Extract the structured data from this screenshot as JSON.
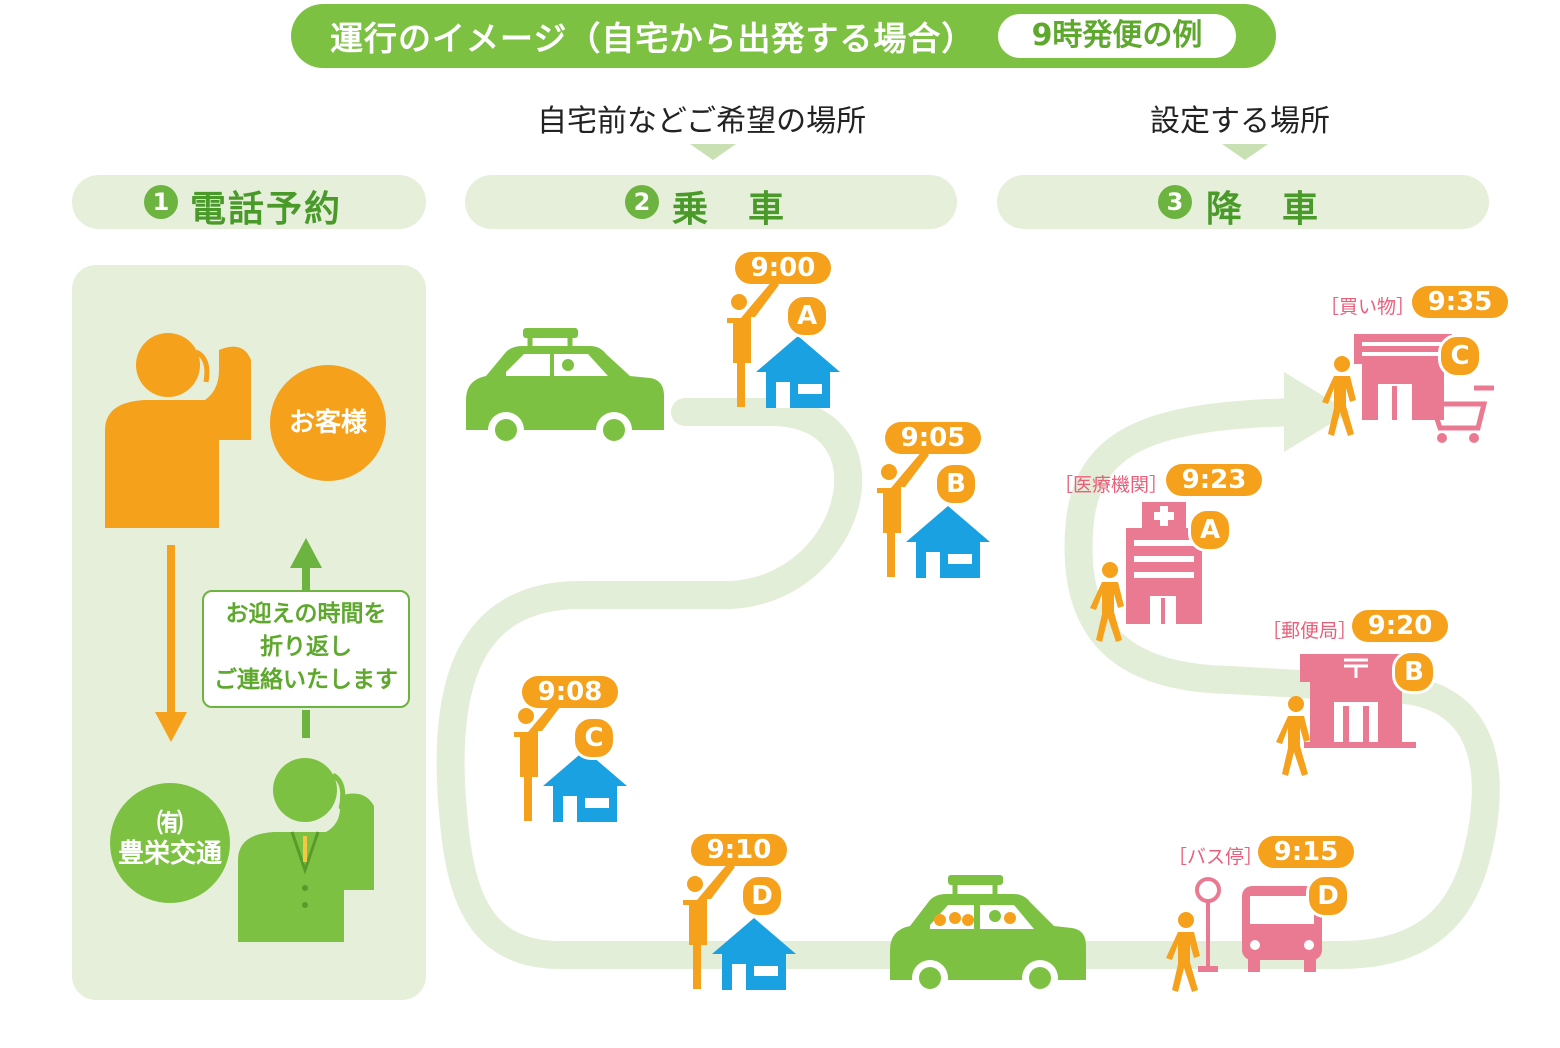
{
  "title": {
    "main": "運行のイメージ（自宅から出発する場合）",
    "badge": "9時発便の例"
  },
  "sublabels": {
    "pickup_place": "自宅前などご希望の場所",
    "dropoff_place": "設定する場所"
  },
  "steps": [
    {
      "num": "1",
      "label": "電話予約"
    },
    {
      "num": "2",
      "label": "乗　車"
    },
    {
      "num": "3",
      "label": "降　車"
    }
  ],
  "reservation": {
    "customer": "お客様",
    "company_prefix": "㈲",
    "company": "豊栄交通",
    "callout": [
      "お迎えの時間を",
      "折り返し",
      "ご連絡いたします"
    ]
  },
  "pickups": [
    {
      "time": "9:00",
      "letter": "A"
    },
    {
      "time": "9:05",
      "letter": "B"
    },
    {
      "time": "9:08",
      "letter": "C"
    },
    {
      "time": "9:10",
      "letter": "D"
    }
  ],
  "dropoffs": [
    {
      "time": "9:15",
      "letter": "D",
      "place": "［バス停］"
    },
    {
      "time": "9:20",
      "letter": "B",
      "place": "［郵便局］"
    },
    {
      "time": "9:23",
      "letter": "A",
      "place": "［医療機関］"
    },
    {
      "time": "9:35",
      "letter": "C",
      "place": "［買い物］"
    }
  ],
  "colors": {
    "green": "#7dc142",
    "light_green": "#e5efd9",
    "orange": "#f5a11b",
    "blue": "#1aa1e2",
    "pink": "#ea7a92"
  }
}
